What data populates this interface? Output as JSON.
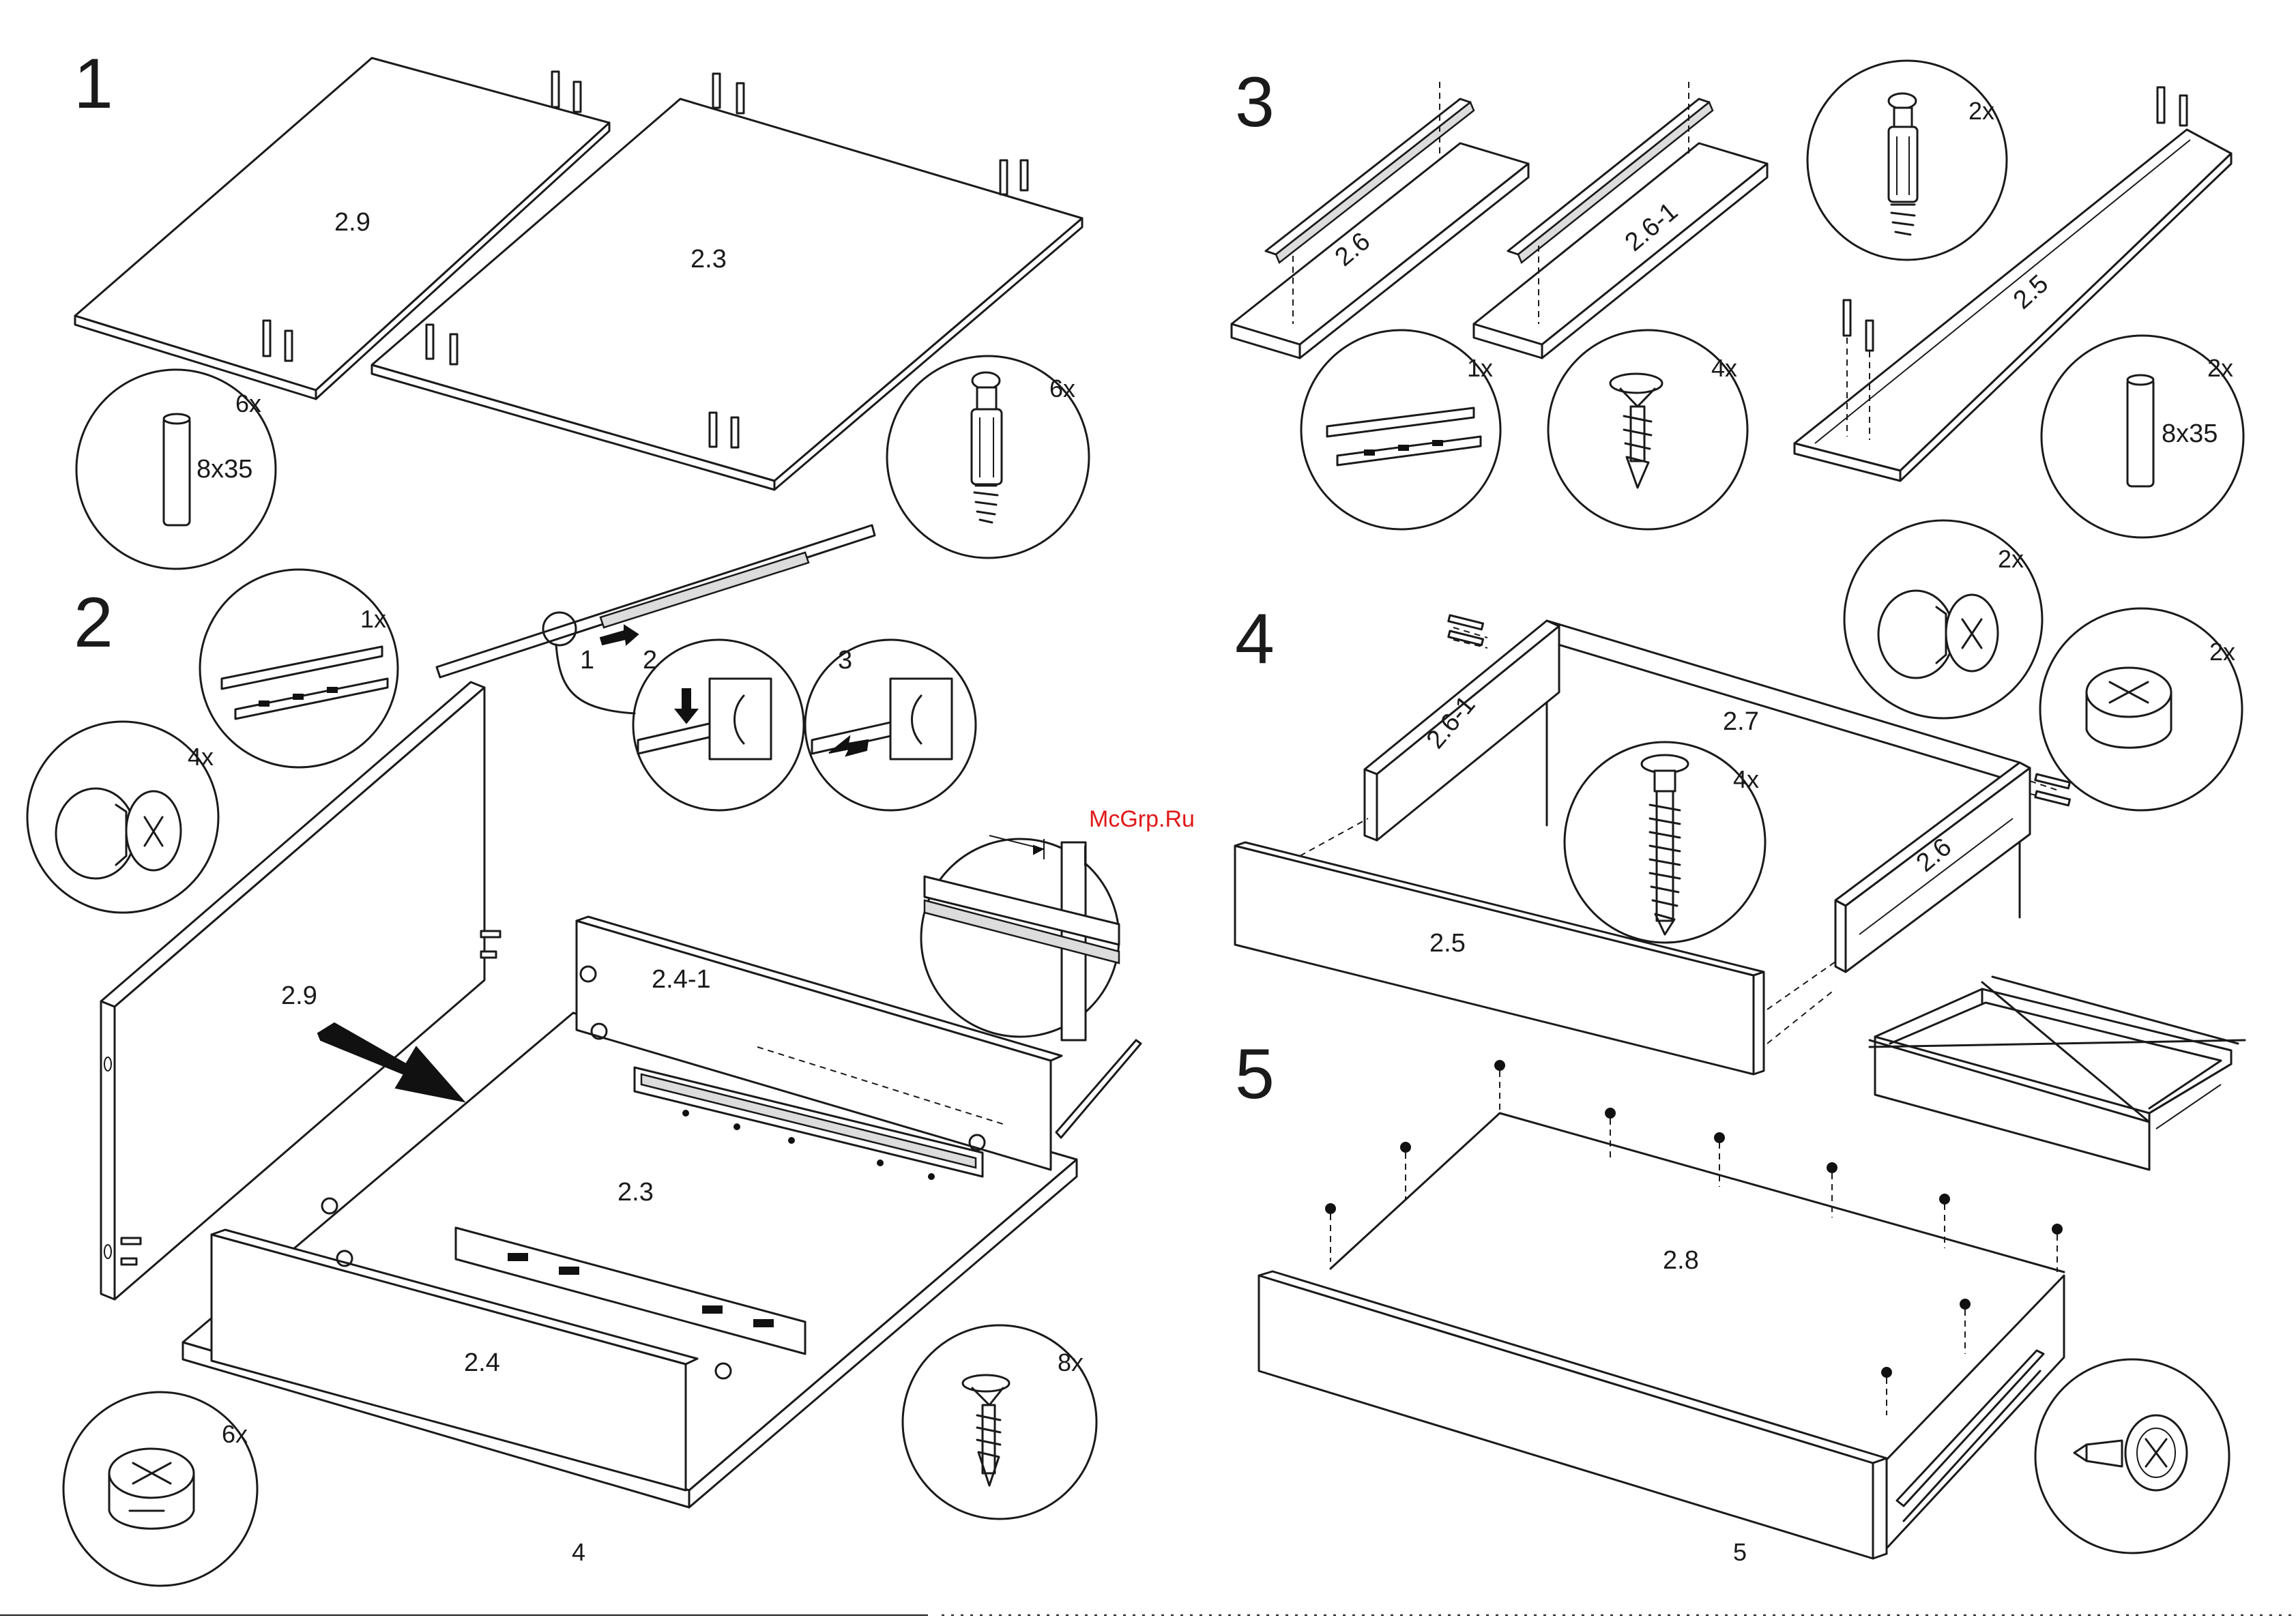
{
  "steps": [
    "1",
    "2",
    "3",
    "4",
    "5"
  ],
  "watermark": "McGrp.Ru",
  "page_numbers": {
    "left": "4",
    "right": "5"
  },
  "step1": {
    "panel_left": "2.9",
    "panel_right": "2.3",
    "dowel_qty": "6x",
    "dowel_size": "8x35",
    "cam_bolt_qty": "6x"
  },
  "step2": {
    "runner_qty": "1x",
    "knob_qty": "4x",
    "sub_steps": [
      "1",
      "2",
      "3"
    ],
    "side_panel": "2.9",
    "back_panel": "2.4-1",
    "base_panel": "2.3",
    "front_panel": "2.4",
    "cam_lock_qty": "6x",
    "screw_qty": "8x"
  },
  "step3": {
    "side_left": "2.6",
    "side_right": "2.6-1",
    "front": "2.5",
    "runner_qty": "1x",
    "screw_qty": "4x",
    "cam_bolt_qty": "2x",
    "dowel_qty": "2x",
    "dowel_size": "8x35"
  },
  "step4": {
    "side_left": "2.6-1",
    "back": "2.7",
    "side_right": "2.6",
    "front": "2.5",
    "confirmat_qty": "4x",
    "knob_qty": "2x",
    "cam_lock_qty": "2x"
  },
  "step5": {
    "bottom": "2.8"
  }
}
